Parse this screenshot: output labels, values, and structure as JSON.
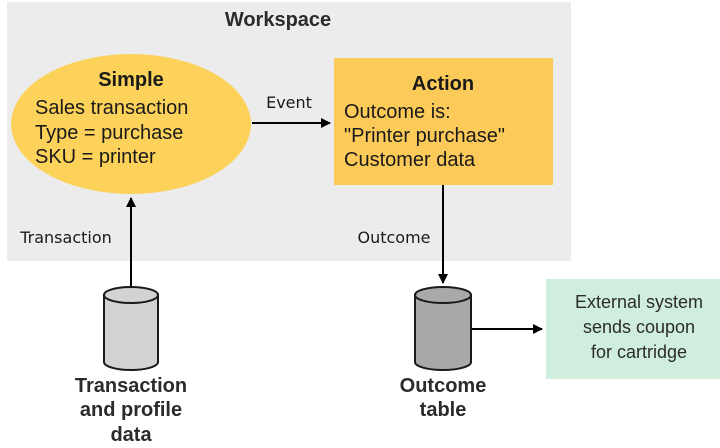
{
  "workspace": {
    "title": "Workspace"
  },
  "simple": {
    "title": "Simple",
    "lines": [
      "Sales transaction",
      "Type = purchase",
      "SKU = printer"
    ]
  },
  "action": {
    "title": "Action",
    "lines": [
      "Outcome is:",
      "\"Printer purchase\"",
      "Customer data"
    ]
  },
  "edges": {
    "event": "Event",
    "transaction": "Transaction",
    "outcome": "Outcome"
  },
  "source_db": {
    "lines": [
      "Transaction",
      "and profile",
      "data"
    ]
  },
  "outcome_db": {
    "lines": [
      "Outcome",
      "table"
    ]
  },
  "external": {
    "lines": [
      "External system",
      "sends coupon",
      "for cartridge"
    ]
  },
  "colors": {
    "workspace_bg": "#ececec",
    "simple_fill": "#fcd25a",
    "action_fill": "#fcca58",
    "external_fill": "#cfeedd",
    "db_light": "#d3d3d3",
    "db_dark": "#a9a9a9",
    "stroke": "#000000",
    "text": "#1a1a1a"
  }
}
